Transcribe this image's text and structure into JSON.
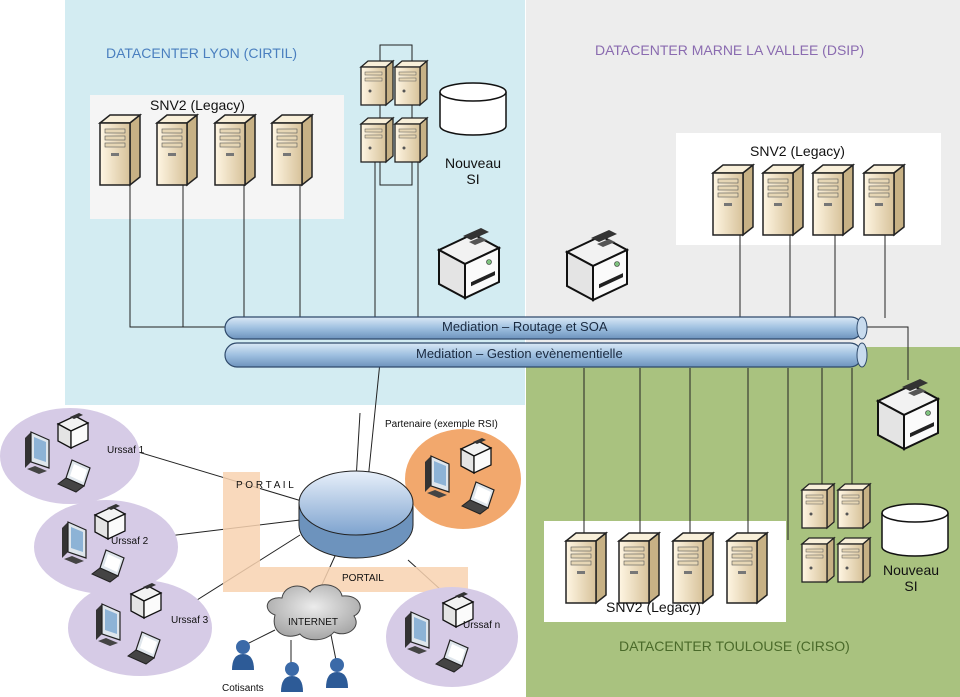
{
  "datacenters": {
    "lyon": "DATACENTER LYON (CIRTIL)",
    "marne": "DATACENTER MARNE LA VALLEE (DSIP)",
    "toulouse": "DATACENTER TOULOUSE (CIRSO)"
  },
  "legacy_label": "SNV2 (Legacy)",
  "nouveau_si": {
    "line1": "Nouveau",
    "line2": "SI"
  },
  "pipes": {
    "routing": "Mediation – Routage et SOA",
    "events": "Mediation – Gestion evènementielle"
  },
  "portail": {
    "vertical": "P O R T A I L",
    "horizontal": "PORTAIL"
  },
  "partenaire": "Partenaire (exemple RSI)",
  "urssaf": [
    "Urssaf 1",
    "Urssaf 2",
    "Urssaf 3",
    "Urssaf n"
  ],
  "internet": "INTERNET",
  "cotisants": "Cotisants",
  "colors": {
    "lyon_bg": "#d3ecf2",
    "marne_bg": "#ededed",
    "toulouse_bg": "#a9c27f",
    "lyon_title": "#4a7fbf",
    "marne_title": "#8a6bb0",
    "toulouse_title": "#4a6a2a",
    "pipe": "#9fc0e0",
    "urssaf_circle": "#d6cbe6",
    "partner_circle": "#f2a86d",
    "portail_band": "#f8d2b0"
  },
  "icons": [
    "server-icon",
    "printer-icon",
    "database-icon",
    "workstation-icon",
    "laptop-icon",
    "user-icon",
    "cloud-icon"
  ]
}
